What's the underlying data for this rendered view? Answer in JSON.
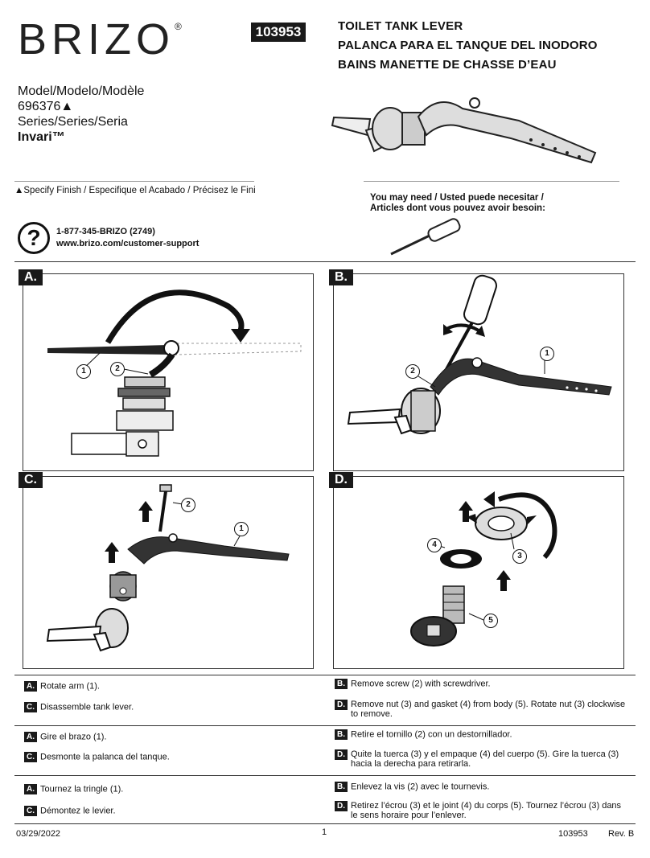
{
  "brand": {
    "name": "BRIZO",
    "reg": "®"
  },
  "doc_number": "103953",
  "titles": [
    "TOILET TANK LEVER",
    "PALANCA PARA EL TANQUE DEL INODORO",
    "BAINS MANETTE DE CHASSE D’EAU"
  ],
  "model": {
    "label": "Model/Modelo/Modèle",
    "number": "696376▲",
    "series_label": "Series/Series/Seria",
    "series_name": "Invari™"
  },
  "specify_finish": "▲Specify Finish / Especifique el Acabado / Précisez le Fini",
  "you_may_need": [
    "You may need / Usted puede necesitar /",
    "Articles dont vous pouvez avoir besoin:"
  ],
  "support": {
    "icon": "question-icon",
    "phone": "1-877-345-BRIZO (2749)",
    "url": "www.brizo.com/customer-support"
  },
  "panels": {
    "a": {
      "tag": "A.",
      "callouts": [
        "1",
        "2"
      ]
    },
    "b": {
      "tag": "B.",
      "callouts": [
        "1",
        "2"
      ]
    },
    "c": {
      "tag": "C.",
      "callouts": [
        "1",
        "2"
      ]
    },
    "d": {
      "tag": "D.",
      "callouts": [
        "3",
        "4",
        "5"
      ]
    }
  },
  "instructions": {
    "en": {
      "a": {
        "tag": "A.",
        "text": "Rotate arm (1)."
      },
      "b": {
        "tag": "B.",
        "text": "Remove screw (2) with screwdriver."
      },
      "c": {
        "tag": "C.",
        "text": "Disassemble tank lever."
      },
      "d": {
        "tag": "D.",
        "text": "Remove nut (3) and gasket (4) from body (5). Rotate nut (3) clockwise to remove."
      }
    },
    "es": {
      "a": {
        "tag": "A.",
        "text": "Gire el brazo (1)."
      },
      "b": {
        "tag": "B.",
        "text": "Retire el tornillo (2) con un destornillador."
      },
      "c": {
        "tag": "C.",
        "text": "Desmonte la palanca del tanque."
      },
      "d": {
        "tag": "D.",
        "text": "Quite la tuerca (3) y el empaque (4) del cuerpo (5). Gire la tuerca (3) hacia la derecha para retirarla."
      }
    },
    "fr": {
      "a": {
        "tag": "A.",
        "text": "Tournez la tringle (1)."
      },
      "b": {
        "tag": "B.",
        "text": "Enlevez la vis (2) avec le tournevis."
      },
      "c": {
        "tag": "C.",
        "text": "Démontez le levier."
      },
      "d": {
        "tag": "D.",
        "text": "Retirez l’écrou (3) et le joint (4) du corps (5). Tournez l’écrou (3) dans le sens horaire pour l’enlever."
      }
    }
  },
  "footer": {
    "date": "03/29/2022",
    "page": "1",
    "doc": "103953",
    "rev": "Rev. B"
  }
}
